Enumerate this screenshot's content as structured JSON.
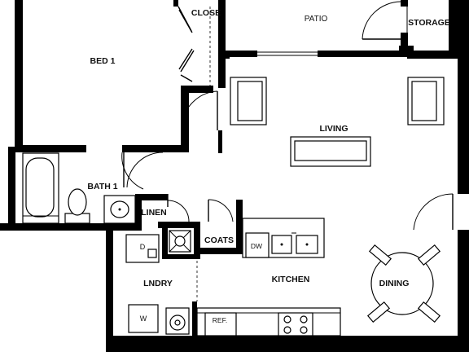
{
  "floor_plan": {
    "rooms": {
      "bed1": "BED 1",
      "close": "CLOSE",
      "patio": "PATIO",
      "storage": "STORAGE",
      "living": "LIVING",
      "bath1": "BATH 1",
      "linen": "LINEN",
      "coats": "COATS",
      "dw": "DW",
      "kitchen": "KITCHEN",
      "dining": "DINING",
      "lndry": "LNDRY",
      "dryer": "D",
      "washer": "W",
      "ref": "REF."
    }
  }
}
